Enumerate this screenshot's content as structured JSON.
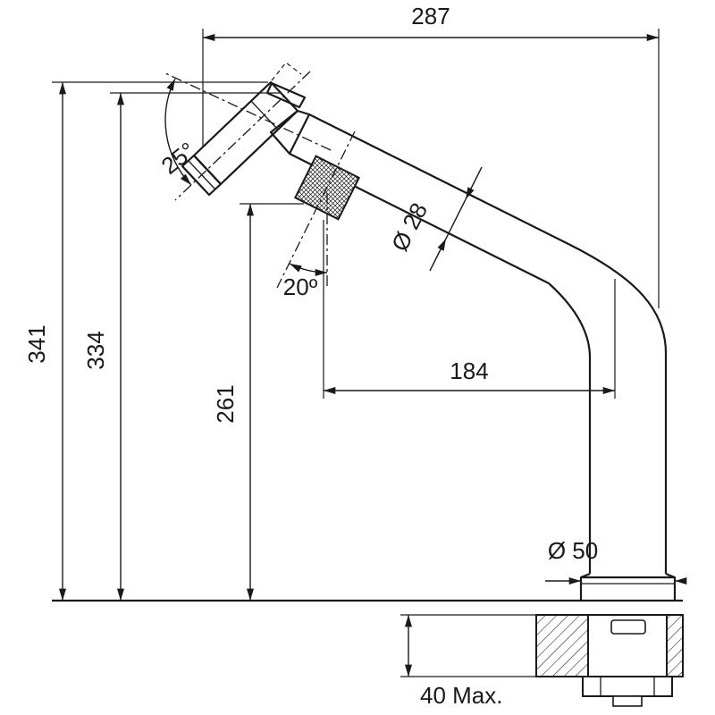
{
  "drawing": {
    "labels": {
      "width_overall": "287",
      "height_total": "341",
      "height_to_spout": "334",
      "height_underspout": "261",
      "spray_angle": "25°",
      "handle_angle": "20º",
      "spout_diameter": "Ø 28",
      "spout_reach": "184",
      "base_diameter": "Ø 50",
      "deck_thickness": "40 Max."
    },
    "colors": {
      "line": "#1a1a1a",
      "background": "#ffffff"
    }
  }
}
